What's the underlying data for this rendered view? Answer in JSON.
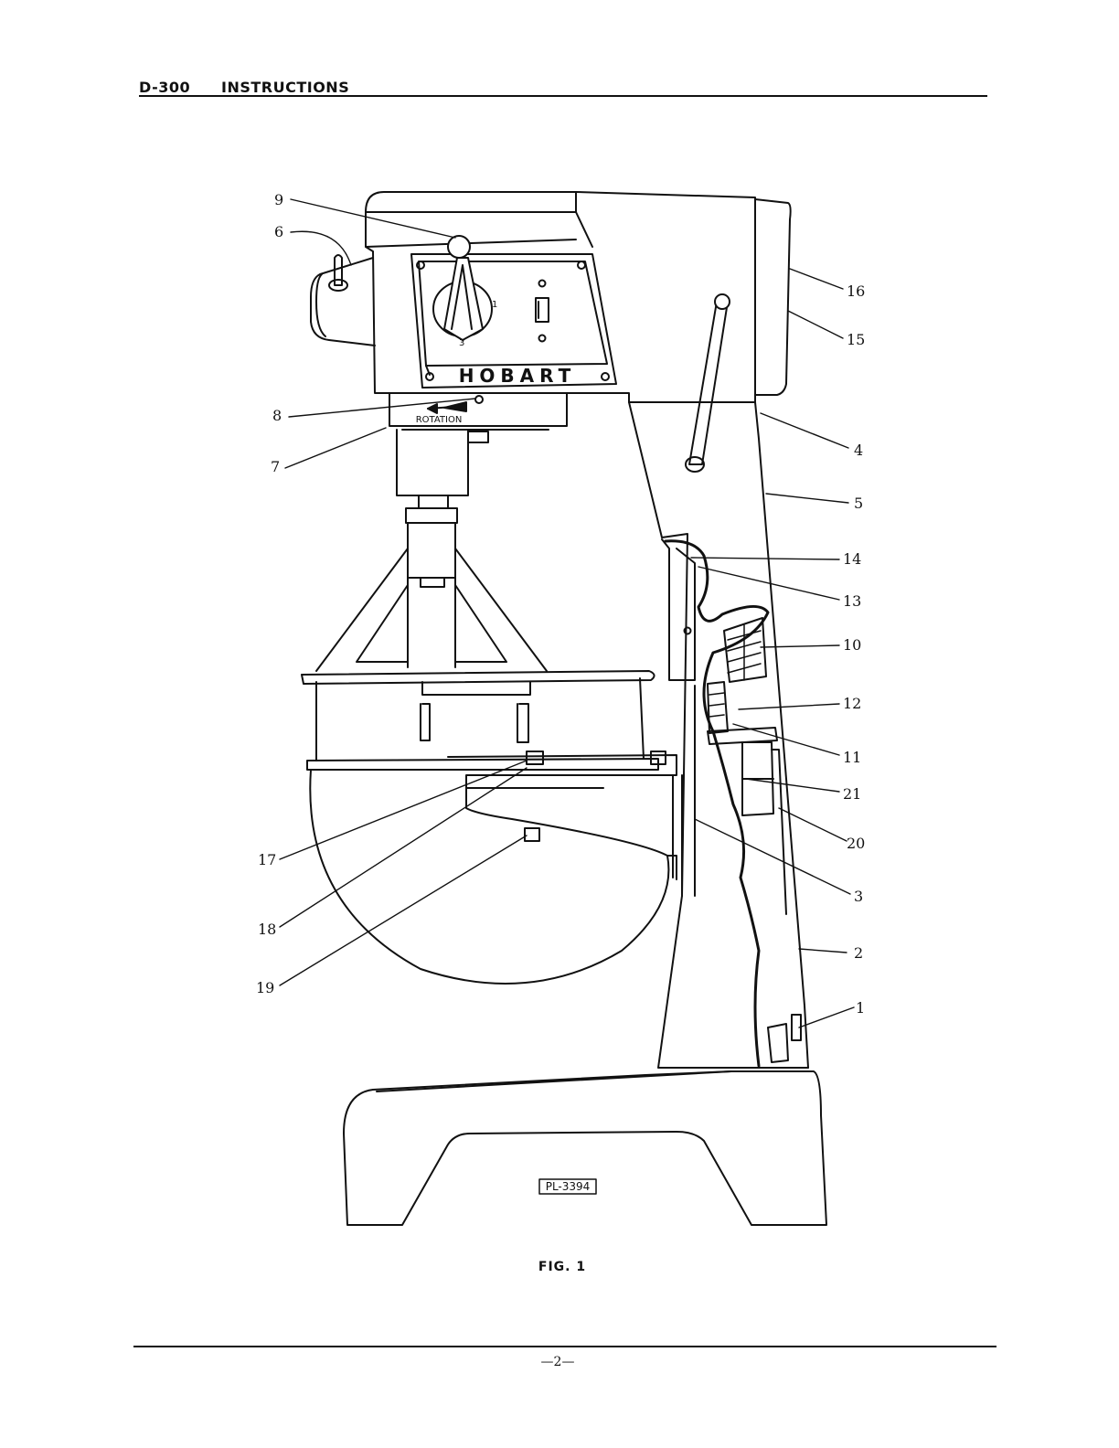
{
  "header": {
    "model": "D-300",
    "title": "INSTRUCTIONS"
  },
  "figure": {
    "caption": "FIG. 1",
    "brand": "HOBART",
    "rotation_label": "ROTATION",
    "plate_number": "PL-3394",
    "speed_marks": [
      "1",
      "3"
    ],
    "callouts": {
      "c1": "1",
      "c2": "2",
      "c3": "3",
      "c4": "4",
      "c5": "5",
      "c6": "6",
      "c7": "7",
      "c8": "8",
      "c9": "9",
      "c10": "10",
      "c11": "11",
      "c12": "12",
      "c13": "13",
      "c14": "14",
      "c15": "15",
      "c16": "16",
      "c17": "17",
      "c18": "18",
      "c19": "19",
      "c20": "20",
      "c21": "21"
    }
  },
  "footer": {
    "page_number": "—2—"
  }
}
